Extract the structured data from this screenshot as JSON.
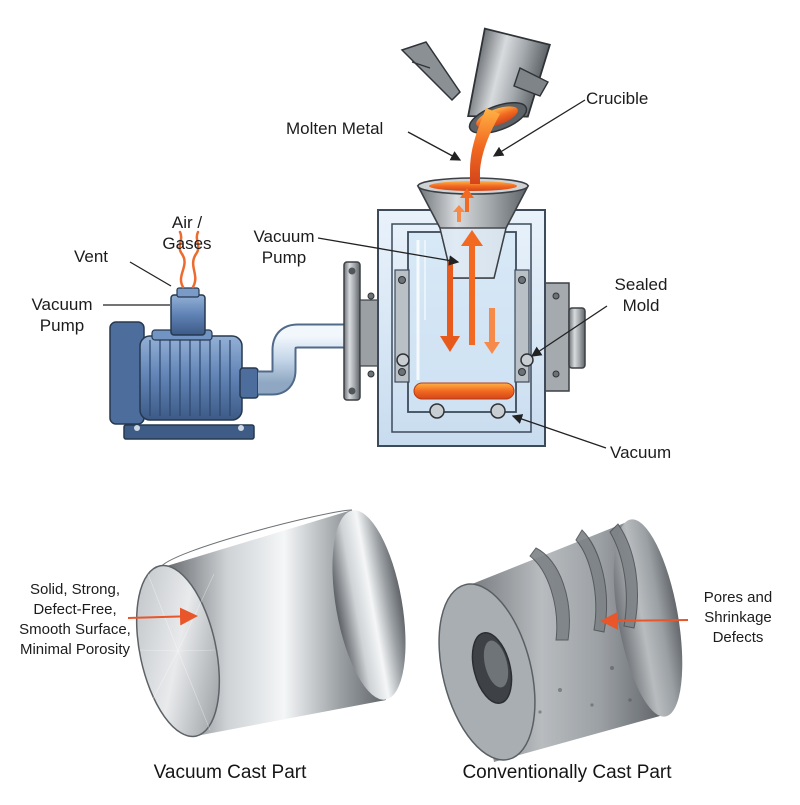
{
  "labels": {
    "crucible": "Crucible",
    "molten_metal": "Molten Metal",
    "air_gases_line1": "Air /",
    "air_gases_line2": "Gases",
    "vent": "Vent",
    "pump_left_line1": "Vacuum",
    "pump_left_line2": "Pump",
    "pump_center_line1": "Vacuum",
    "pump_center_line2": "Pump",
    "sealed_mold_line1": "Sealed",
    "sealed_mold_line2": "Mold",
    "vacuum": "Vacuum"
  },
  "vacuum_part": {
    "caption": "Vacuum Cast Part",
    "notes": [
      "Solid, Strong,",
      "Defect-Free,",
      "Smooth Surface,",
      "Minimal Porosity"
    ]
  },
  "conventional_part": {
    "caption": "Conventionally Cast Part",
    "notes": [
      "Pores and",
      "Shrinkage",
      "Defects"
    ]
  },
  "colors": {
    "molten": "#f26a21",
    "steel": "#9ea3a7",
    "pump_blue": "#5d7fb0",
    "chamber_blue": "#dbe9f6"
  }
}
